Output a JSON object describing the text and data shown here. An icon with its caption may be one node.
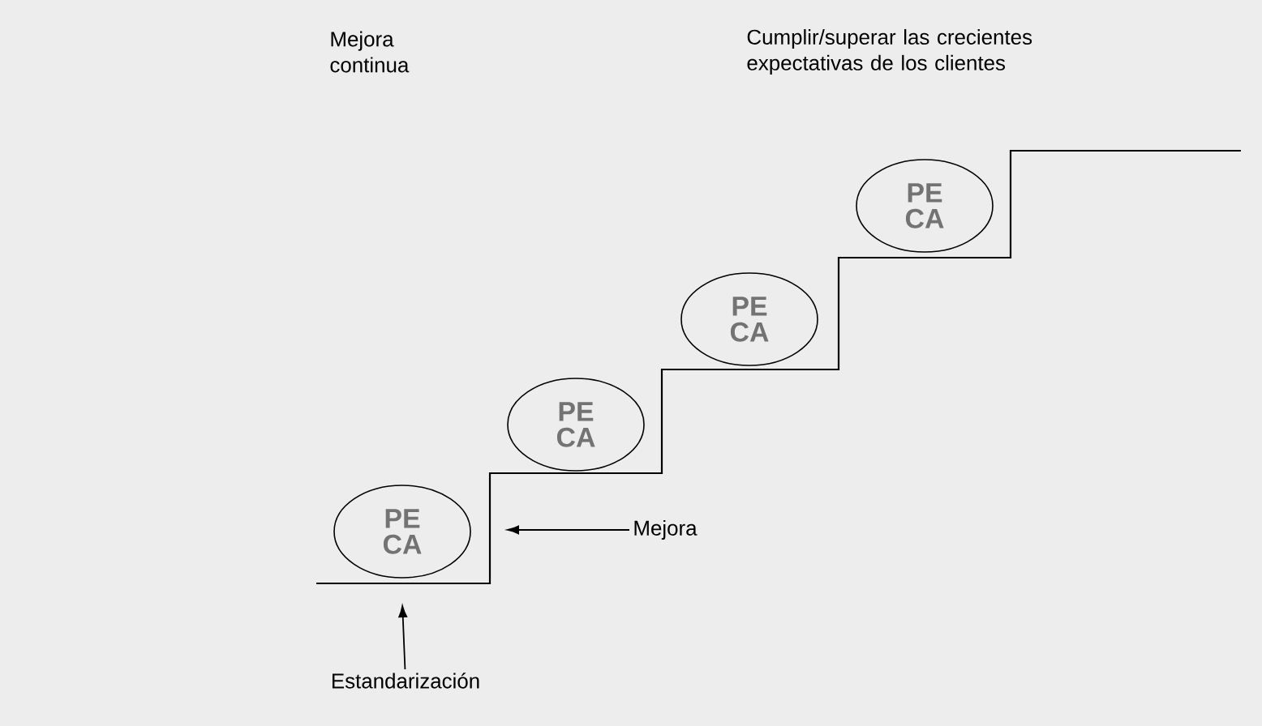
{
  "diagram": {
    "nodes": [
      {
        "text": [
          "PE",
          "CA"
        ]
      },
      {
        "text": [
          "PE",
          "CA"
        ]
      },
      {
        "text": [
          "PE",
          "CA"
        ]
      },
      {
        "text": [
          "PE",
          "CA"
        ]
      },
      {
        "text": [
          "Mejora"
        ]
      },
      {
        "text": [
          "Estandarización"
        ]
      }
    ],
    "edges": [
      {
        "from": 4,
        "to": null,
        "arrow": "to"
      },
      {
        "from": 5,
        "to": null,
        "arrow": "to"
      }
    ],
    "labels": [
      "Mejora continua",
      "Cumplir/superar las crecientes expectativas de los clientes"
    ]
  }
}
